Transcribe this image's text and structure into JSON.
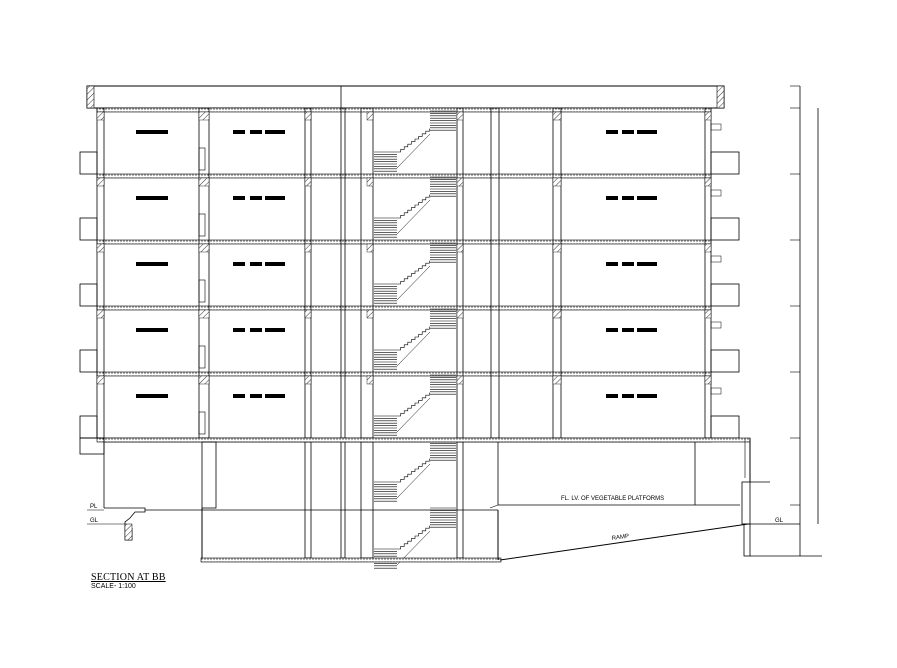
{
  "drawing": {
    "title": "SECTION AT BB",
    "scale": "SCALE- 1:100",
    "level_labels": {
      "plinth": "PL",
      "ground": "GL",
      "ground_right": "GL"
    },
    "annotations": {
      "platform": "FL. LV. OF VEGETABLE PLATFORMS",
      "ramp": "RAMP"
    },
    "floors_above_ground": 5,
    "colors": {
      "ink": "#000000",
      "hatch": "#000000",
      "background": "#ffffff"
    }
  }
}
